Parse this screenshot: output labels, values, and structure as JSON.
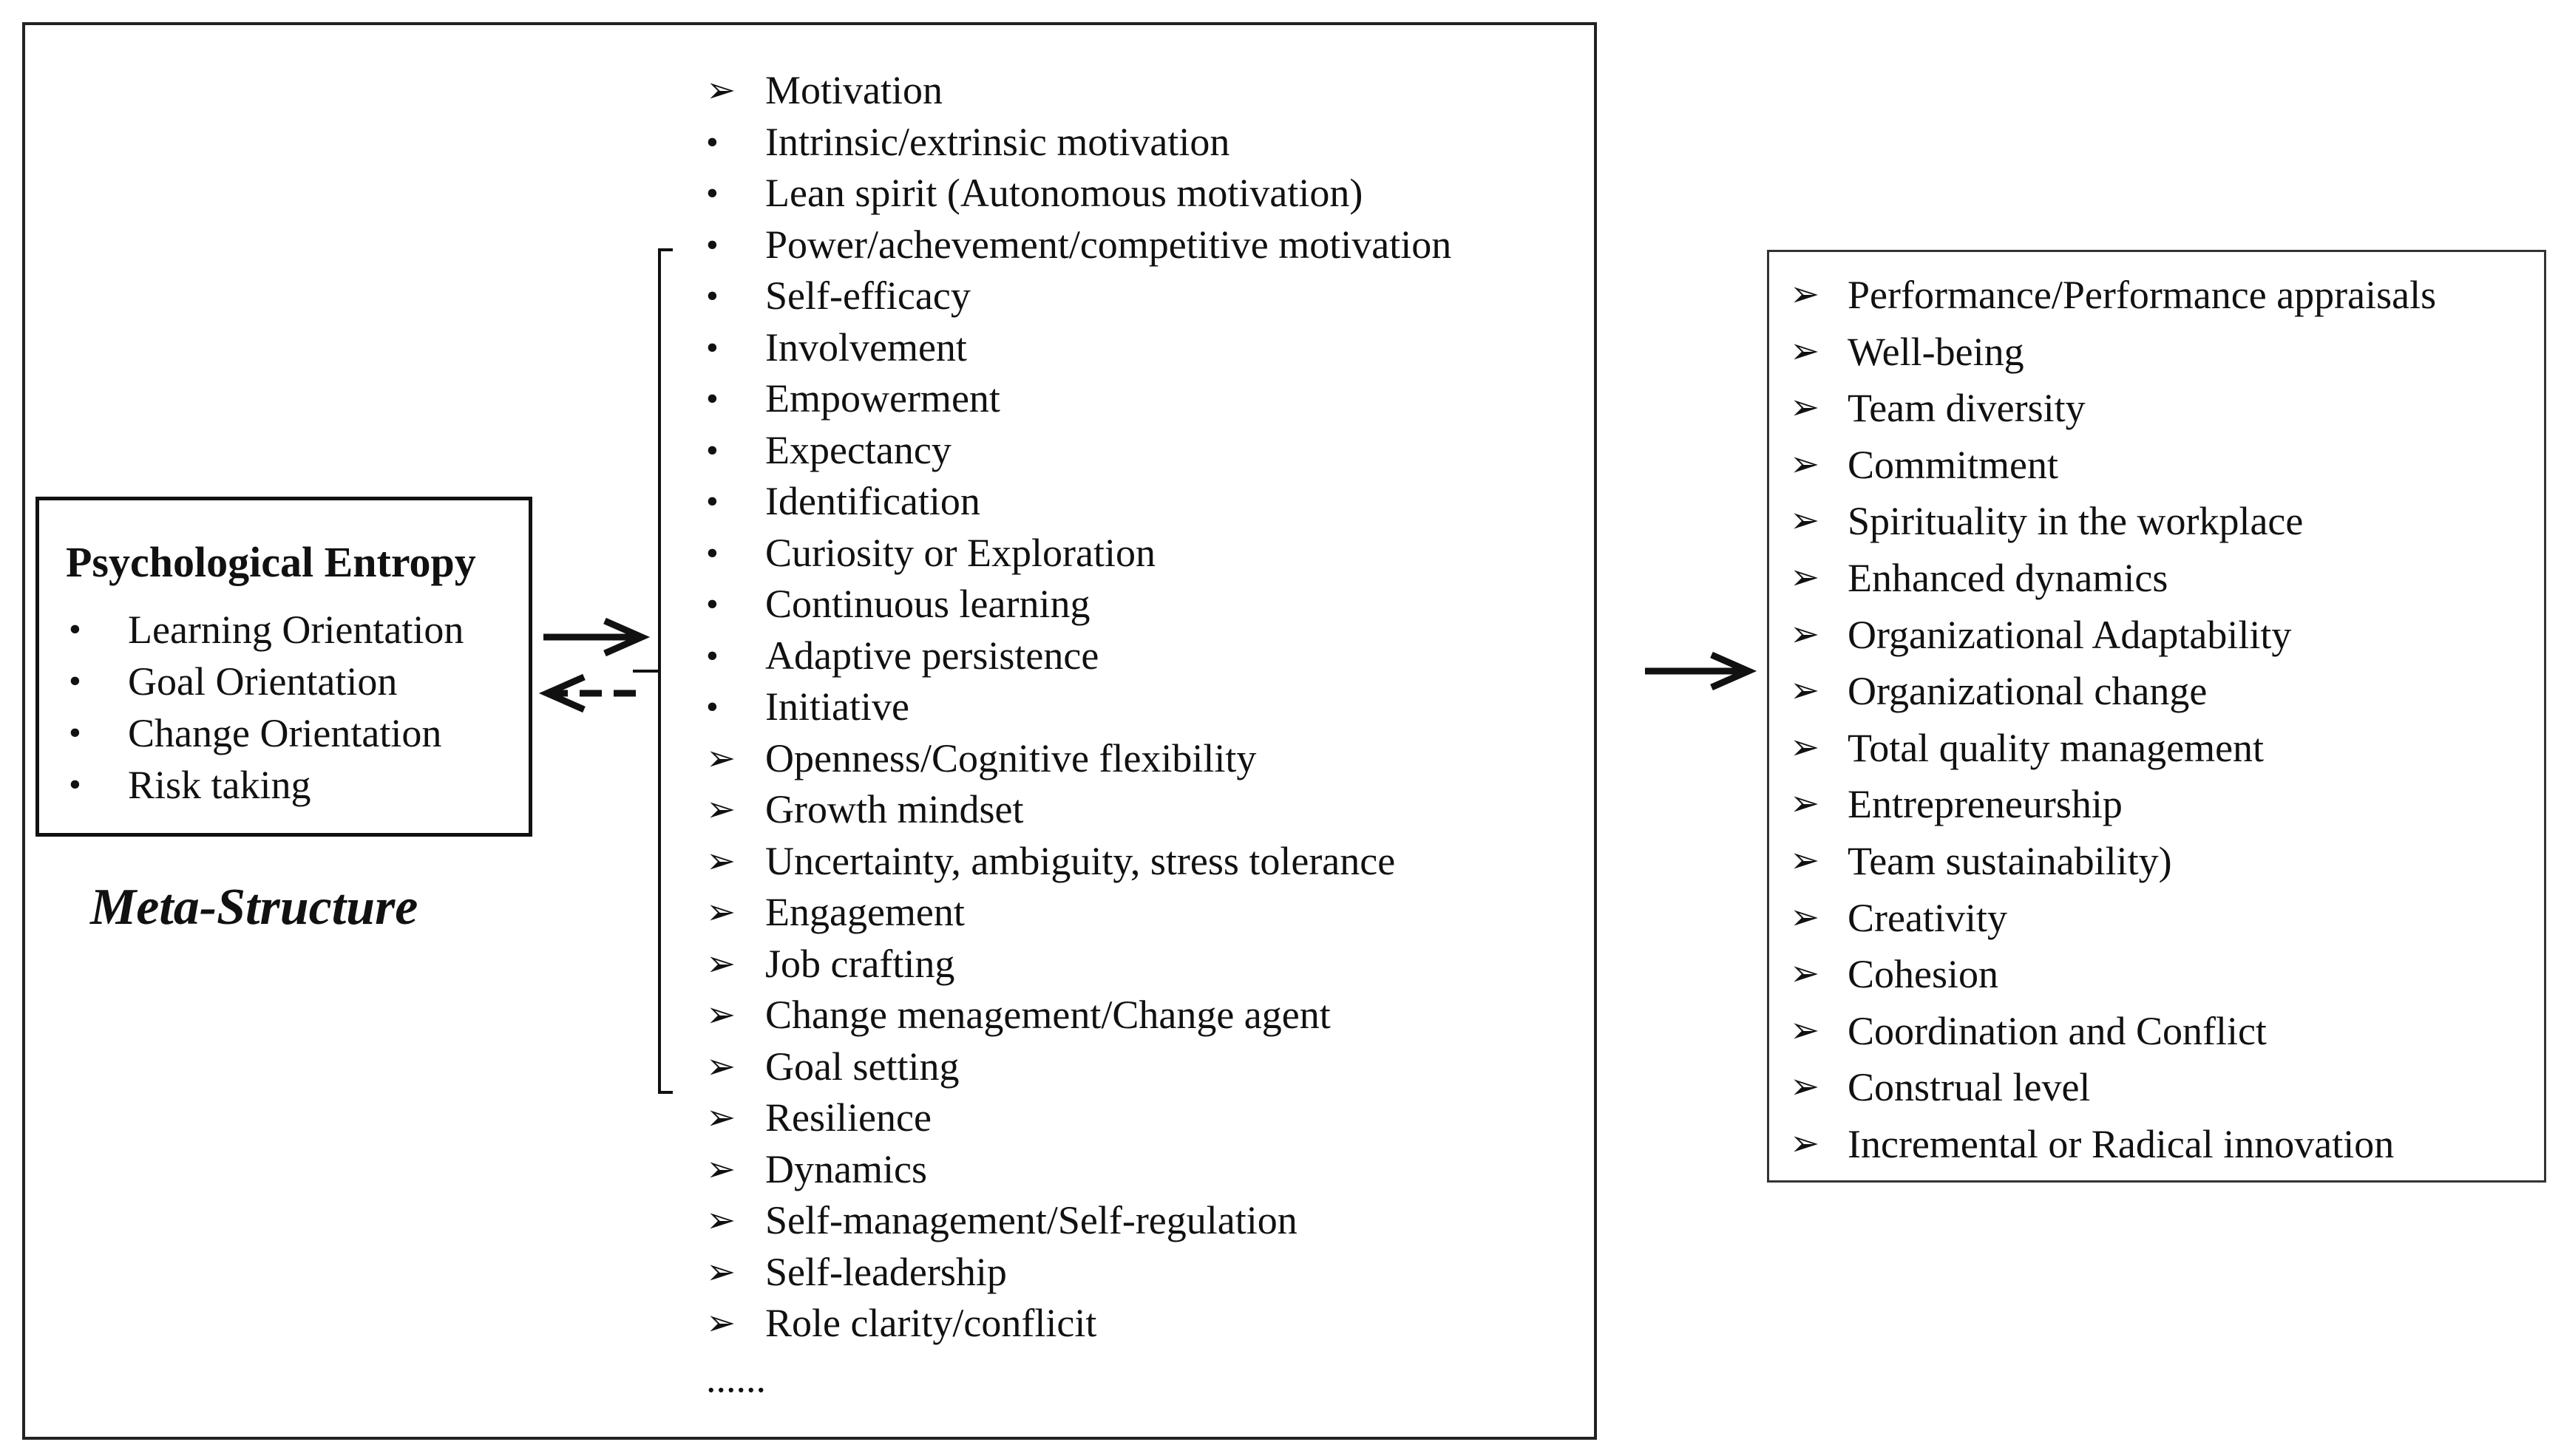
{
  "left_box": {
    "title": "Psychological Entropy",
    "items": [
      "Learning Orientation",
      "Goal Orientation",
      "Change Orientation",
      "Risk taking"
    ]
  },
  "meta_label": "Meta-Structure",
  "middle_list": [
    {
      "text": "Motivation",
      "marker": "arrow"
    },
    {
      "text": "Intrinsic/extrinsic motivation",
      "marker": "bullet"
    },
    {
      "text": "Lean spirit (Autonomous motivation)",
      "marker": "bullet"
    },
    {
      "text": "Power/achevement/competitive motivation",
      "marker": "bullet"
    },
    {
      "text": "Self-efficacy",
      "marker": "bullet"
    },
    {
      "text": "Involvement",
      "marker": "bullet"
    },
    {
      "text": "Empowerment",
      "marker": "bullet"
    },
    {
      "text": "Expectancy",
      "marker": "bullet"
    },
    {
      "text": "Identification",
      "marker": "bullet"
    },
    {
      "text": "Curiosity or Exploration",
      "marker": "bullet"
    },
    {
      "text": "Continuous learning",
      "marker": "bullet"
    },
    {
      "text": "Adaptive persistence",
      "marker": "bullet"
    },
    {
      "text": "Initiative",
      "marker": "bullet"
    },
    {
      "text": "Openness/Cognitive flexibility",
      "marker": "arrow"
    },
    {
      "text": "Growth mindset",
      "marker": "arrow"
    },
    {
      "text": "Uncertainty, ambiguity, stress tolerance",
      "marker": "arrow"
    },
    {
      "text": "Engagement",
      "marker": "arrow"
    },
    {
      "text": "Job crafting",
      "marker": "arrow"
    },
    {
      "text": "Change menagement/Change agent",
      "marker": "arrow"
    },
    {
      "text": "Goal setting",
      "marker": "arrow"
    },
    {
      "text": "Resilience",
      "marker": "arrow"
    },
    {
      "text": "Dynamics",
      "marker": "arrow"
    },
    {
      "text": "Self-management/Self-regulation",
      "marker": "arrow"
    },
    {
      "text": "Self-leadership",
      "marker": "arrow"
    },
    {
      "text": "Role clarity/conflicit",
      "marker": "arrow"
    }
  ],
  "middle_ellipsis": "......",
  "right_list": [
    "Performance/Performance appraisals",
    "Well-being",
    "Team diversity",
    "Commitment",
    "Spirituality in the workplace",
    "Enhanced dynamics",
    "Organizational Adaptability",
    "Organizational change",
    "Total quality management",
    "Entrepreneurship",
    "Team sustainability)",
    "Creativity",
    "Cohesion",
    "Coordination and Conflict",
    "Construal level",
    "Incremental or Radical innovation"
  ],
  "glyphs": {
    "arrow": "➢",
    "bullet": "•"
  }
}
